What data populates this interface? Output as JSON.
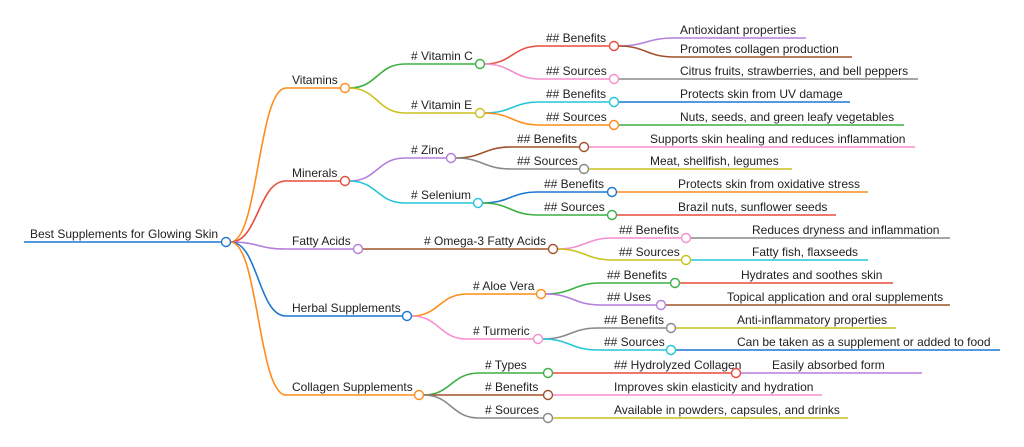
{
  "mindmap": {
    "root": "Best Supplements for Glowing Skin",
    "branches": [
      {
        "label": "Vitamins",
        "color": "#ff8c1a",
        "children": [
          {
            "label": "# Vitamin C",
            "color": "#3cb043",
            "children": [
              {
                "label": "## Benefits",
                "color": "#e74c3c",
                "children": [
                  {
                    "label": "Antioxidant properties",
                    "color": "#b57edc"
                  },
                  {
                    "label": "Promotes collagen production",
                    "color": "#a0522d"
                  }
                ]
              },
              {
                "label": "## Sources",
                "color": "#f48fd1",
                "children": [
                  {
                    "label": "Citrus fruits, strawberries, and bell peppers",
                    "color": "#888888"
                  }
                ]
              }
            ]
          },
          {
            "label": "# Vitamin E",
            "color": "#c8c21e",
            "children": [
              {
                "label": "## Benefits",
                "color": "#22c6d6",
                "children": [
                  {
                    "label": "Protects skin from UV damage",
                    "color": "#1f77d0"
                  }
                ]
              },
              {
                "label": "## Sources",
                "color": "#ff8c1a",
                "children": [
                  {
                    "label": "Nuts, seeds, and green leafy vegetables",
                    "color": "#3cb043"
                  }
                ]
              }
            ]
          }
        ]
      },
      {
        "label": "Minerals",
        "color": "#e74c3c",
        "children": [
          {
            "label": "# Zinc",
            "color": "#b57edc",
            "children": [
              {
                "label": "## Benefits",
                "color": "#a0522d",
                "children": [
                  {
                    "label": "Supports skin healing and reduces inflammation",
                    "color": "#f48fd1"
                  }
                ]
              },
              {
                "label": "## Sources",
                "color": "#888888",
                "children": [
                  {
                    "label": "Meat, shellfish, legumes",
                    "color": "#c8c21e"
                  }
                ]
              }
            ]
          },
          {
            "label": "# Selenium",
            "color": "#22c6d6",
            "children": [
              {
                "label": "## Benefits",
                "color": "#1f77d0",
                "children": [
                  {
                    "label": "Protects skin from oxidative stress",
                    "color": "#ff8c1a"
                  }
                ]
              },
              {
                "label": "## Sources",
                "color": "#3cb043",
                "children": [
                  {
                    "label": "Brazil nuts, sunflower seeds",
                    "color": "#e74c3c"
                  }
                ]
              }
            ]
          }
        ]
      },
      {
        "label": "Fatty Acids",
        "color": "#b57edc",
        "children": [
          {
            "label": "# Omega-3 Fatty Acids",
            "color": "#a0522d",
            "children": [
              {
                "label": "## Benefits",
                "color": "#f48fd1",
                "children": [
                  {
                    "label": "Reduces dryness and inflammation",
                    "color": "#888888"
                  }
                ]
              },
              {
                "label": "## Sources",
                "color": "#c8c21e",
                "children": [
                  {
                    "label": "Fatty fish, flaxseeds",
                    "color": "#22c6d6"
                  }
                ]
              }
            ]
          }
        ]
      },
      {
        "label": "Herbal Supplements",
        "color": "#1f77d0",
        "children": [
          {
            "label": "# Aloe Vera",
            "color": "#ff8c1a",
            "children": [
              {
                "label": "## Benefits",
                "color": "#3cb043",
                "children": [
                  {
                    "label": "Hydrates and soothes skin",
                    "color": "#e74c3c"
                  }
                ]
              },
              {
                "label": "## Uses",
                "color": "#b57edc",
                "children": [
                  {
                    "label": "Topical application and oral supplements",
                    "color": "#a0522d"
                  }
                ]
              }
            ]
          },
          {
            "label": "# Turmeric",
            "color": "#f48fd1",
            "children": [
              {
                "label": "## Benefits",
                "color": "#888888",
                "children": [
                  {
                    "label": "Anti-inflammatory properties",
                    "color": "#c8c21e"
                  }
                ]
              },
              {
                "label": "## Sources",
                "color": "#22c6d6",
                "children": [
                  {
                    "label": "Can be taken as a supplement or added to food",
                    "color": "#1f77d0"
                  }
                ]
              }
            ]
          }
        ]
      },
      {
        "label": "Collagen Supplements",
        "color": "#ff8c1a",
        "children": [
          {
            "label": "# Types",
            "color": "#3cb043",
            "children": [
              {
                "label": "## Hydrolyzed Collagen",
                "color": "#e74c3c",
                "children": [
                  {
                    "label": "Easily absorbed form",
                    "color": "#b57edc"
                  }
                ]
              }
            ]
          },
          {
            "label": "# Benefits",
            "color": "#a0522d",
            "children": [
              {
                "label": "Improves skin elasticity and hydration",
                "color": "#f48fd1"
              }
            ]
          },
          {
            "label": "# Sources",
            "color": "#888888",
            "children": [
              {
                "label": "Available in powders, capsules, and drinks",
                "color": "#c8c21e"
              }
            ]
          }
        ]
      }
    ]
  }
}
